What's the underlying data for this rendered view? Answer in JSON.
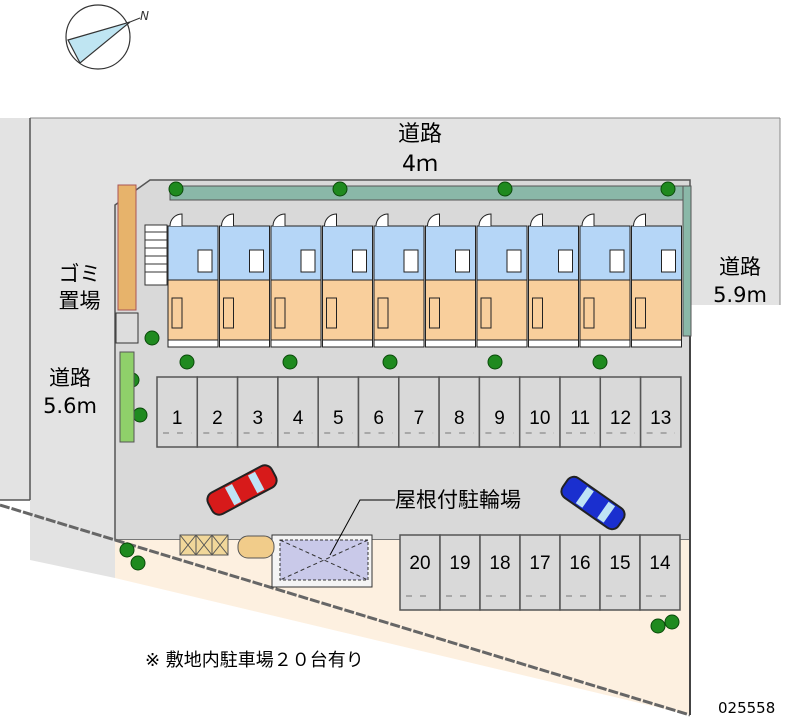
{
  "roads": {
    "north": {
      "name": "道路",
      "width": "4ｍ"
    },
    "east": {
      "name": "道路",
      "width": "5.9m"
    },
    "west": {
      "name": "道路",
      "width": "5.6m"
    }
  },
  "garbage": {
    "line1": "ゴミ",
    "line2": "置場"
  },
  "compass": {
    "north_label": "N"
  },
  "bicycle_shelter": {
    "label": "屋根付駐輪場"
  },
  "parking": {
    "top_row": [
      "1",
      "2",
      "3",
      "4",
      "5",
      "6",
      "7",
      "8",
      "9",
      "10",
      "11",
      "12",
      "13"
    ],
    "bottom_row": [
      "20",
      "19",
      "18",
      "17",
      "16",
      "15",
      "14"
    ]
  },
  "note": "※ 敷地内駐車場２０台有り",
  "property_code": "025558",
  "colors": {
    "road": "#e3e3e3",
    "lot": "#d9d9d9",
    "beige": "#fdf0e0",
    "unit_blue": "#b5d6f7",
    "unit_beige": "#f9cf9c",
    "hedge": "#8ab8a8",
    "tree": "#1f8a1f"
  }
}
